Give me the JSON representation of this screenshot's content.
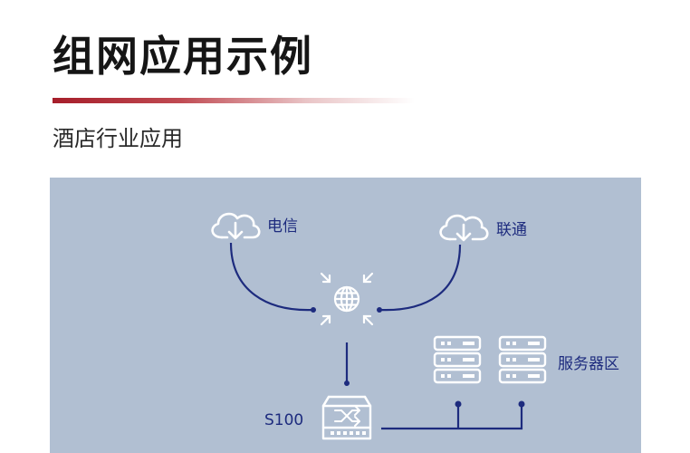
{
  "header": {
    "title": "组网应用示例",
    "subtitle": "酒店行业应用"
  },
  "diagram": {
    "isp_left": "电信",
    "isp_right": "联通",
    "server_zone": "服务器区",
    "switch_label": "S100"
  },
  "icons": {
    "cloud": "cloud-download-icon",
    "globe": "globe-icon",
    "server": "server-rack-icon",
    "switch": "switch-icon"
  },
  "colors": {
    "title_rule": "#a61e2a",
    "panel_bg": "#b1bfd2",
    "line": "#1d2b7e",
    "icon": "#ffffff"
  }
}
